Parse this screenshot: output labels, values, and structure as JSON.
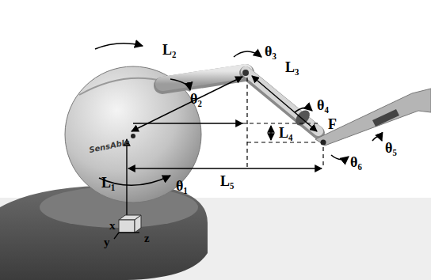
{
  "diagram": {
    "labels": [
      "L₁",
      "L₂",
      "L₃",
      "L₄",
      "L₅",
      "θ₁",
      "θ₂",
      "θ₃",
      "θ₄",
      "θ₅",
      "θ₆",
      "F",
      "x",
      "y",
      "z",
      "SensAble"
    ]
  }
}
